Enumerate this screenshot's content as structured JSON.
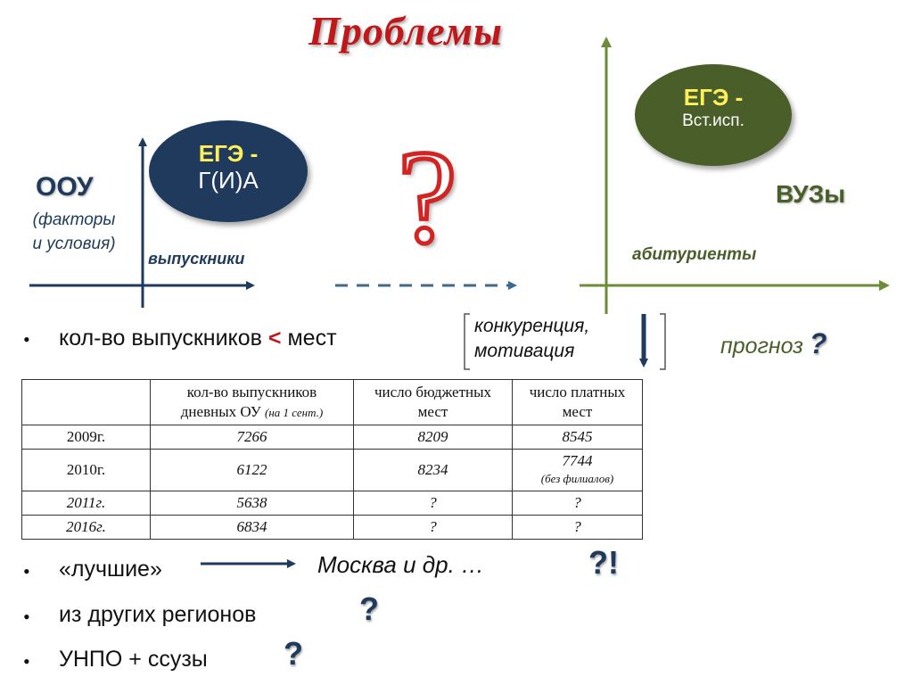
{
  "title": "Проблемы",
  "left_block": {
    "ellipse_top": "ЕГЭ",
    "ellipse_dash": " -",
    "ellipse_bottom": "Г(И)А",
    "label": "ООУ",
    "sub_line1": "(факторы",
    "sub_line2": "и условия)",
    "axis_label": "выпускники"
  },
  "right_block": {
    "ellipse_top": "ЕГЭ",
    "ellipse_dash": " -",
    "ellipse_bottom": "Вст.исп.",
    "label": "ВУЗы",
    "axis_label": "абитуриенты"
  },
  "big_question": "?",
  "bullets": {
    "b1_text": "кол-во выпускников",
    "b1_sign": "<",
    "b1_tail": "мест",
    "bracket_line1": "конкуренция,",
    "bracket_line2": "мотивация",
    "forecast": "прогноз",
    "forecast_q": "?",
    "b2_text": "«лучшие»",
    "b2_dest": "Москва и др. …",
    "b2_q": "?!",
    "b3_text": "из других регионов",
    "b3_q": "?",
    "b4_text": "УНПО + ссузы",
    "b4_q": "?"
  },
  "table": {
    "header": {
      "col1_line1": "кол-во выпускников",
      "col1_line2": "дневных ОУ",
      "col1_note": "(на 1 сент.)",
      "col2_line1": "число бюджетных",
      "col2_line2": "мест",
      "col3_line1": "число платных",
      "col3_line2": "мест"
    },
    "rows": [
      {
        "year": "2009г.",
        "grads": "7266",
        "budget": "8209",
        "paid": "8545",
        "paid_note": ""
      },
      {
        "year": "2010г.",
        "grads": "6122",
        "budget": "8234",
        "paid": "7744",
        "paid_note": "(без филиалов)"
      },
      {
        "year": "2011г.",
        "grads": "5638",
        "budget": "?",
        "paid": "?",
        "paid_note": ""
      },
      {
        "year": "2016г.",
        "grads": "6834",
        "budget": "?",
        "paid": "?",
        "paid_note": ""
      }
    ]
  },
  "colors": {
    "title": "#c0171a",
    "navy": "#1f3a5c",
    "olive": "#4a5e2a",
    "olive_axis": "#6d8c3a",
    "accent_yellow": "#ffef5a"
  }
}
